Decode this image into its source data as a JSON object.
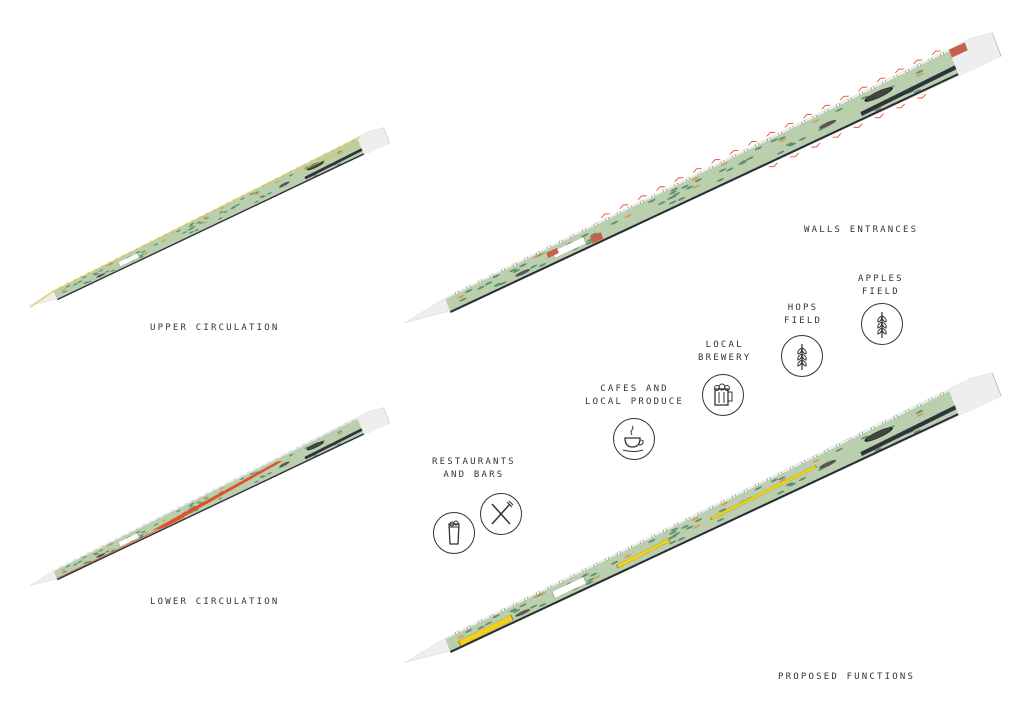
{
  "panels": {
    "upper_circulation": {
      "label": "UPPER CIRCULATION",
      "accent": "#e5c21a"
    },
    "walls_entrances": {
      "label": "WALLS ENTRANCES",
      "accent": "#e0592d"
    },
    "lower_circulation": {
      "label": "LOWER CIRCULATION",
      "accent": "#e0522a"
    },
    "proposed_functions": {
      "label": "PROPOSED FUNCTIONS",
      "accent": "#f0cf1e"
    }
  },
  "functions": [
    {
      "label": "RESTAURANTS\nAND BARS",
      "icons": [
        "beer-glass-icon",
        "cutlery-icon"
      ]
    },
    {
      "label": "CAFES AND\nLOCAL PRODUCE",
      "icons": [
        "coffee-cup-icon"
      ]
    },
    {
      "label": "LOCAL\nBREWERY",
      "icons": [
        "beer-mug-icon"
      ]
    },
    {
      "label": "HOPS\nFIELD",
      "icons": [
        "wheat-icon"
      ]
    },
    {
      "label": "APPLES\nFIELD",
      "icons": [
        "wheat-icon"
      ]
    }
  ],
  "colors": {
    "green": "#b9cfae",
    "tree": "#5f8f6e",
    "dark": "#2a2d35",
    "edge": "#ffffff"
  }
}
